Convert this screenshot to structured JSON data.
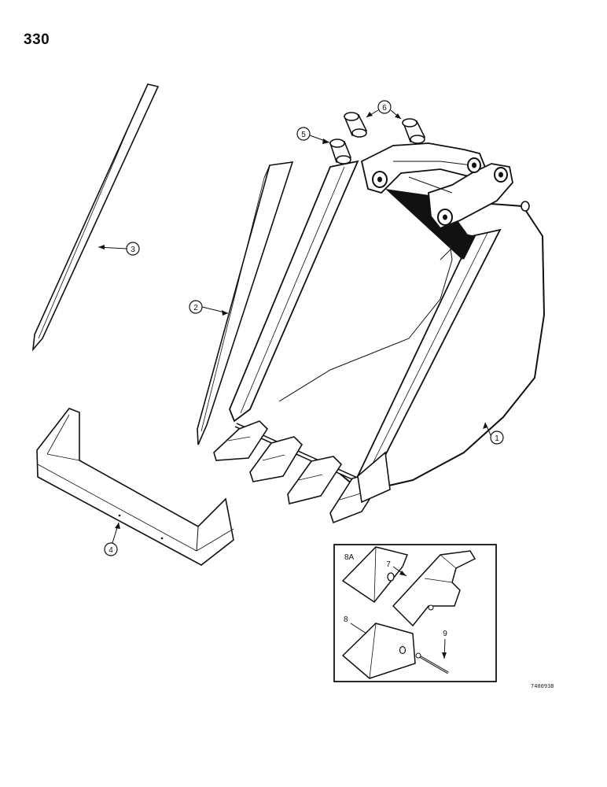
{
  "page": {
    "number": "330",
    "figure_code": "7400938"
  },
  "callouts": {
    "c1": "1",
    "c2": "2",
    "c3": "3",
    "c4": "4",
    "c5": "5",
    "c6": "6",
    "c7": "7",
    "c8": "8",
    "c8a": "8A",
    "c9": "9"
  }
}
